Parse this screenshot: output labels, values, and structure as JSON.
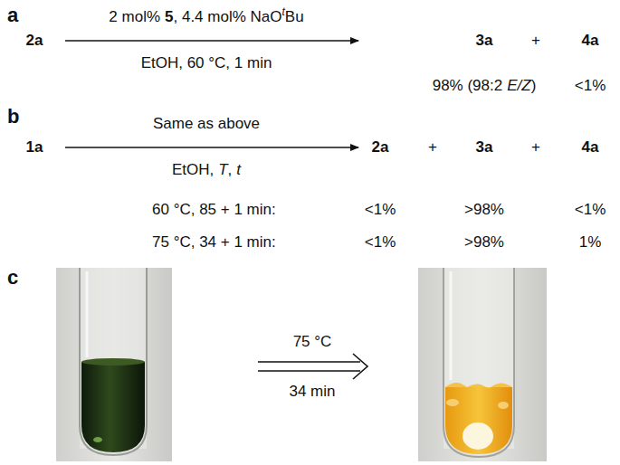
{
  "diagram": {
    "labels": [
      "a",
      "2a",
      "2 mol%",
      "5",
      ", 4.4 mol% NaO",
      "t",
      "Bu",
      "EtOH, 60 °C, 1 min",
      "3a",
      "+",
      "4a",
      "98% (98:2",
      "E/Z",
      ")",
      "<1%",
      "b",
      "1a",
      "Same as above",
      "EtOH,",
      "T",
      ",",
      "t",
      "2a",
      "+",
      "3a",
      "+",
      "4a",
      "60 °C, 85 + 1 min:",
      "<1%",
      ">98%",
      "<1%",
      "75 °C, 34 + 1 min:",
      "<1%",
      ">98%",
      "1%",
      "c",
      "75 °C",
      "34 min"
    ]
  }
}
